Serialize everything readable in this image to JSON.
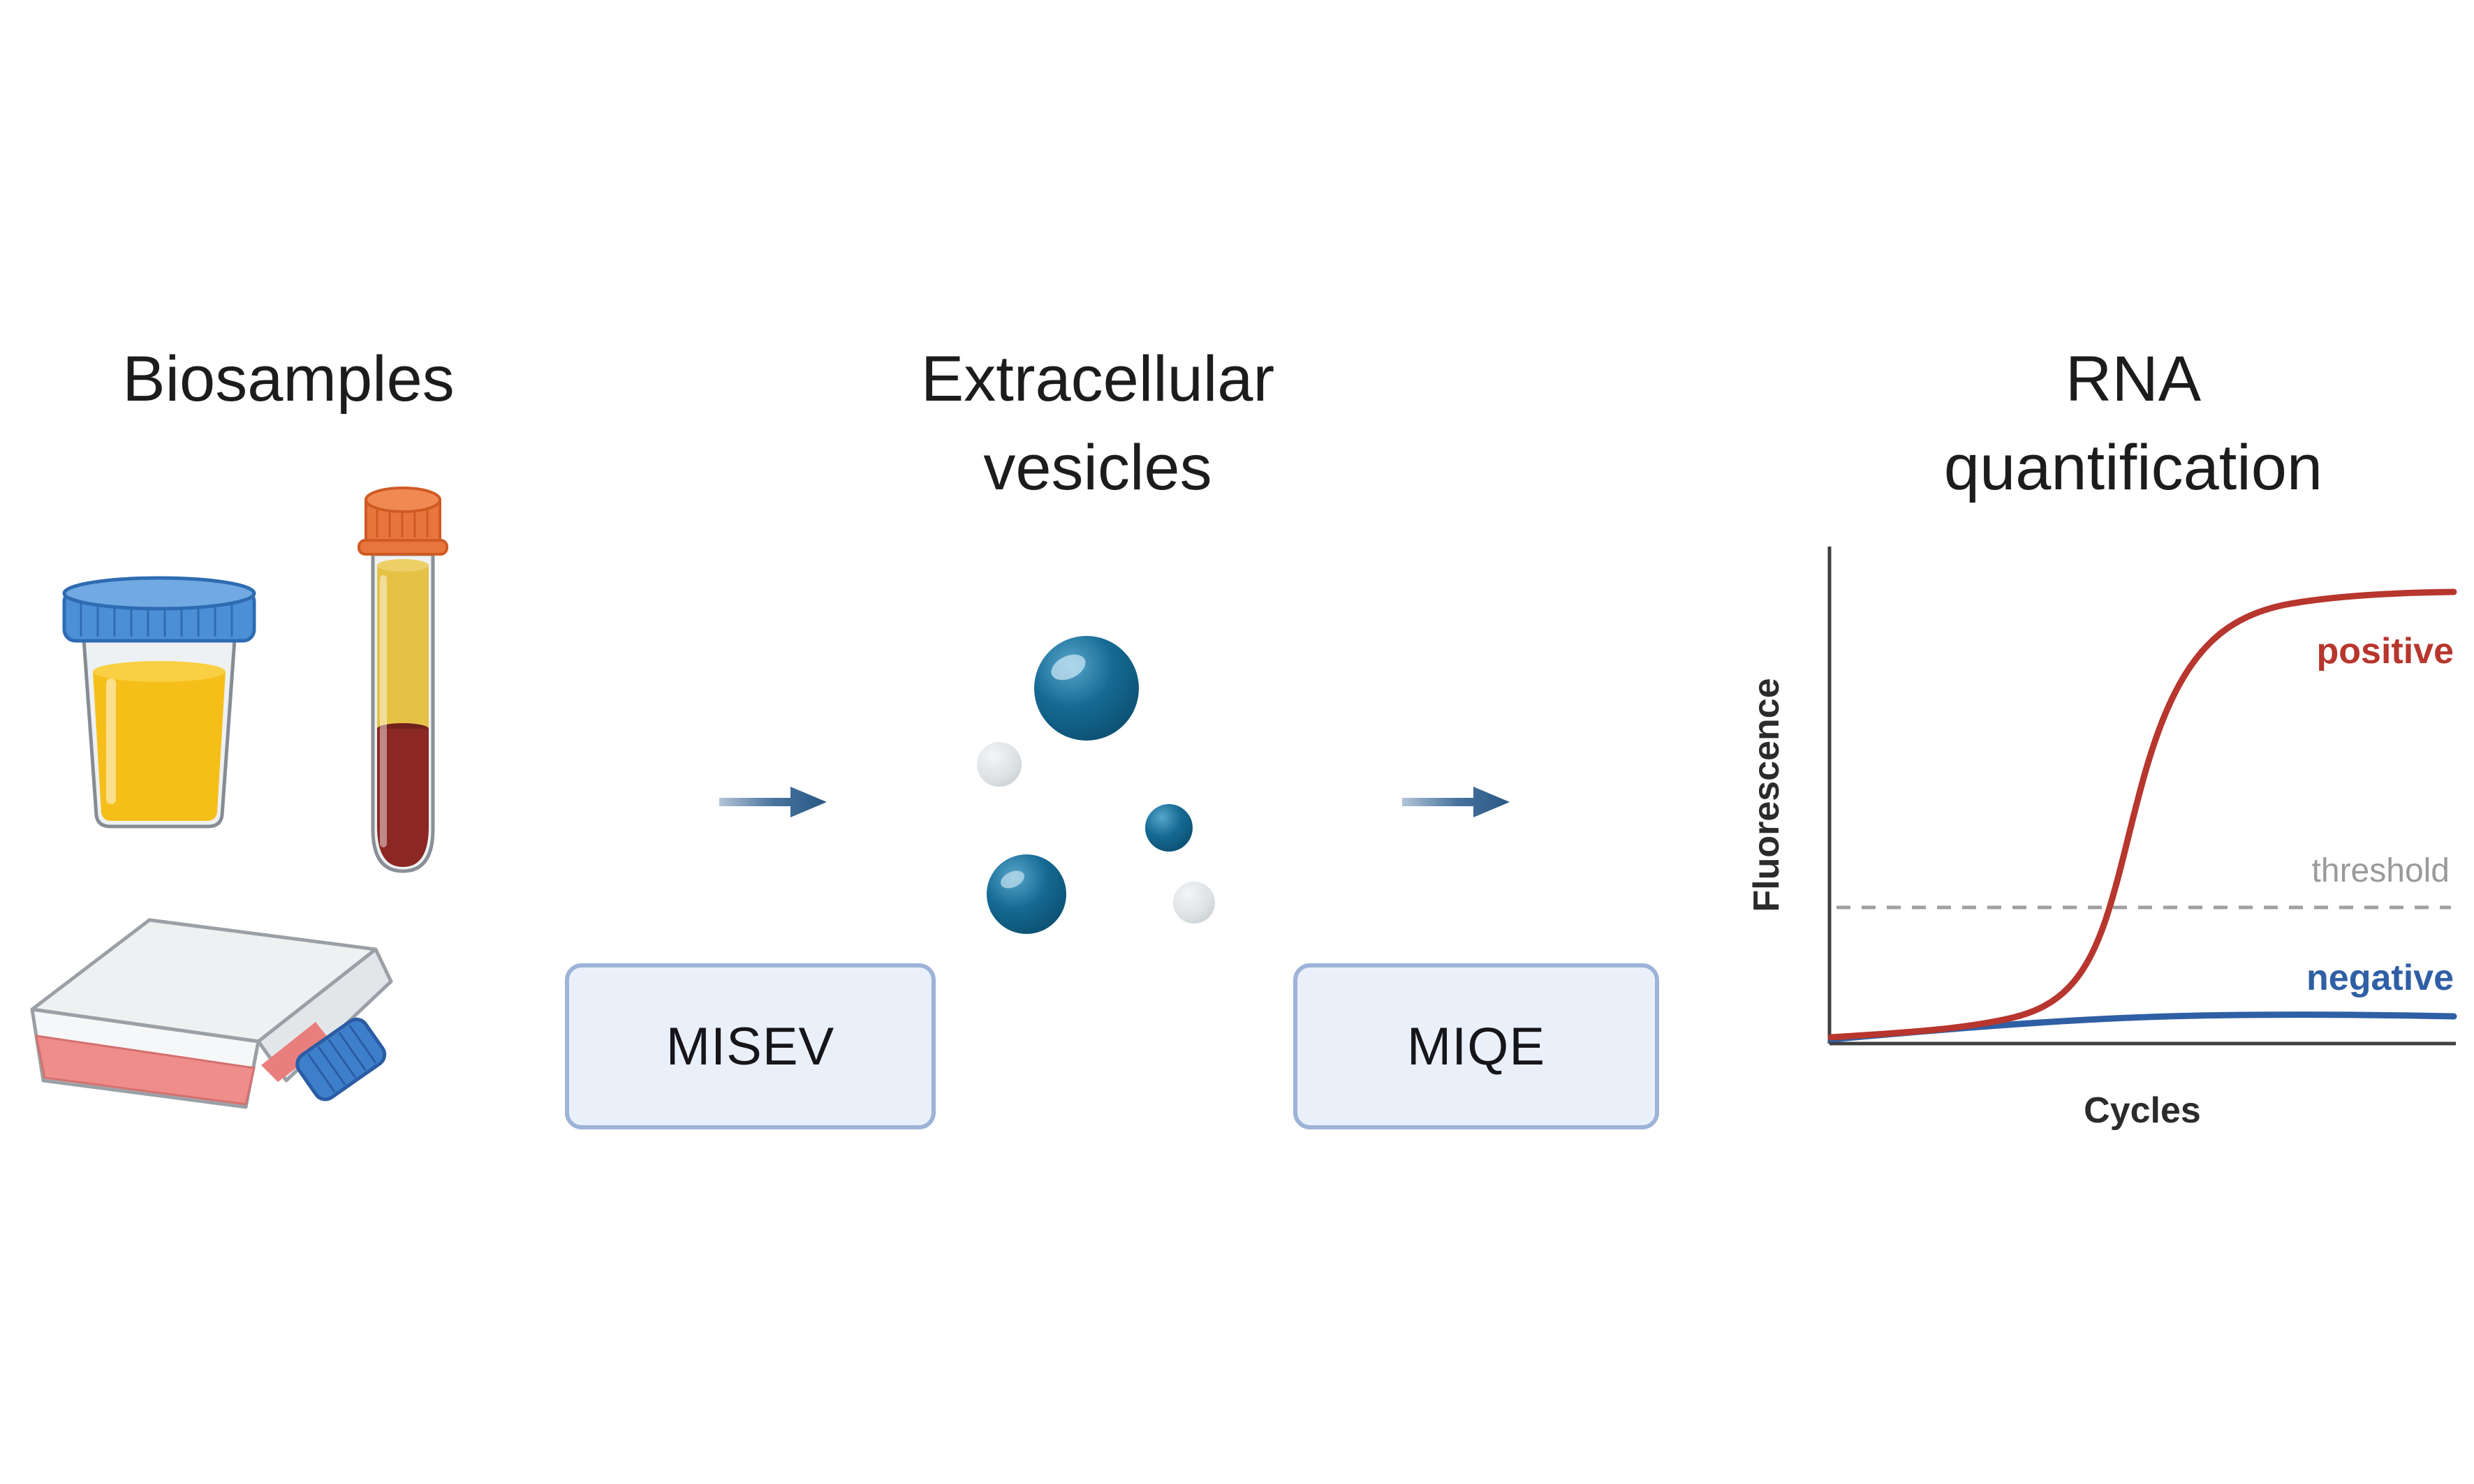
{
  "headings": {
    "biosamples": "Biosamples",
    "ev_line1": "Extracellular",
    "ev_line2": "vesicles",
    "rna_line1": "RNA",
    "rna_line2": "quantification"
  },
  "badges": {
    "misev": "MISEV",
    "miqe": "MIQE"
  },
  "chart": {
    "ylabel": "Fluorescence",
    "xlabel": "Cycles",
    "threshold_label": "threshold",
    "positive_label": "positive",
    "negative_label": "negative"
  },
  "icons": {
    "urine_cup": "urine-cup-icon",
    "blood_tube": "blood-collection-tube-icon",
    "culture_flask": "cell-culture-flask-icon",
    "vesicles": "extracellular-vesicles-icon",
    "arrow": "arrow-right-icon"
  },
  "colors": {
    "heading_text": "#1c1c1c",
    "badge_fill": "#eaf0fa",
    "badge_border": "#9db3d8",
    "arrow_blue": "#2d5f92",
    "vesicle_blue": "#11638c",
    "vesicle_gray": "#d6dadd",
    "positive_curve": "#b7362d",
    "negative_curve": "#2f5fa4",
    "threshold_gray": "#9a9a9a",
    "urine_yellow": "#f6be19",
    "lid_blue": "#4b90d6",
    "cap_orange": "#e8763c",
    "plasma_yellow": "#e5c246",
    "blood_red": "#8b2823",
    "media_pink": "#ef8d8b",
    "flask_cap_blue": "#3d7fcb"
  },
  "chart_data": {
    "type": "line",
    "title": "RNA quantification (qPCR amplification plot)",
    "xlabel": "Cycles",
    "ylabel": "Fluorescence",
    "x_range": [
      0,
      40
    ],
    "ylim": [
      0,
      1
    ],
    "grid": false,
    "tick_labels": "none (schematic axes, unlabeled)",
    "x": [
      0,
      4,
      8,
      12,
      14,
      16,
      18,
      20,
      22,
      24,
      26,
      28,
      32,
      36,
      40
    ],
    "series": [
      {
        "name": "positive",
        "color": "#b7362d",
        "values": [
          0.02,
          0.02,
          0.03,
          0.05,
          0.08,
          0.14,
          0.27,
          0.45,
          0.64,
          0.78,
          0.87,
          0.92,
          0.95,
          0.96,
          0.97
        ]
      },
      {
        "name": "negative",
        "color": "#2f5fa4",
        "values": [
          0.01,
          0.02,
          0.03,
          0.035,
          0.04,
          0.04,
          0.045,
          0.05,
          0.05,
          0.05,
          0.05,
          0.05,
          0.05,
          0.05,
          0.05
        ]
      }
    ],
    "annotations": [
      {
        "type": "horizontal-dashed-line",
        "label": "threshold",
        "y": 0.27,
        "color": "#9a9a9a"
      }
    ],
    "legend_position": "labels at right end of curves"
  }
}
